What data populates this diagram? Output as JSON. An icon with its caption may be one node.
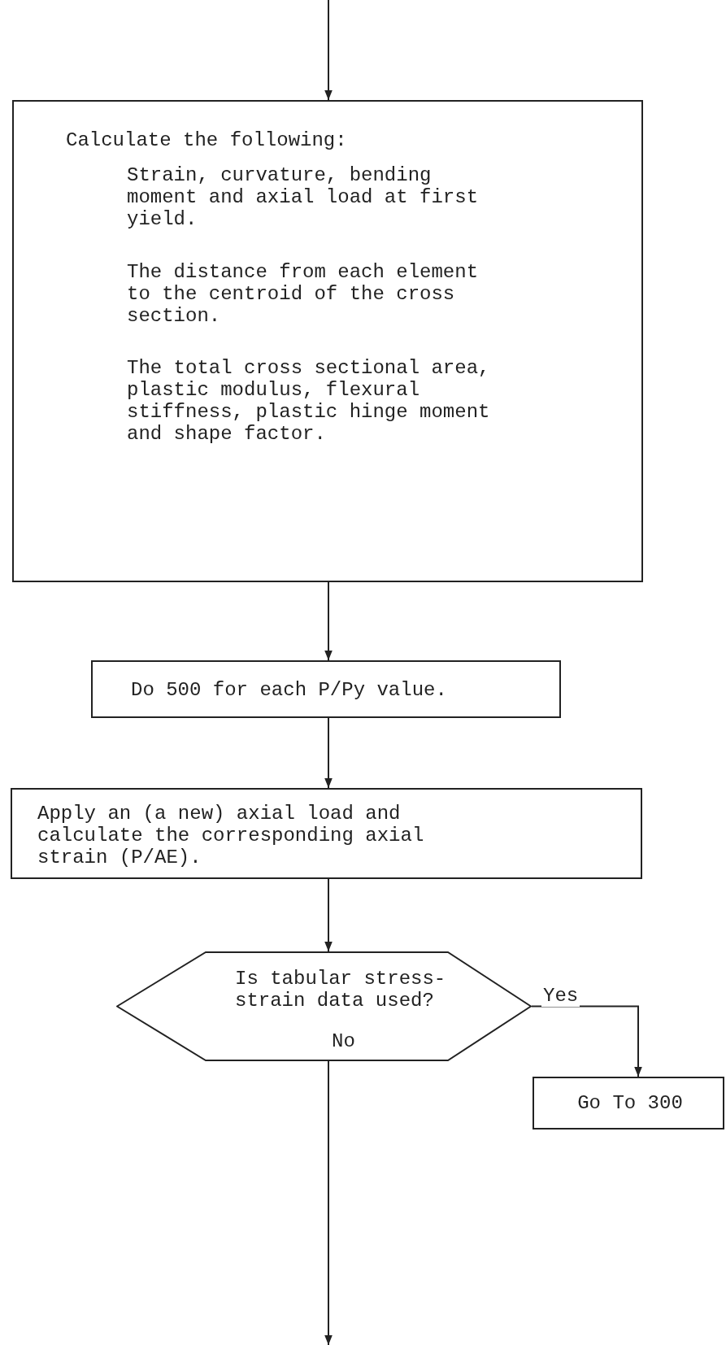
{
  "diagram": {
    "nodes": [
      {
        "text": [
          "Calculate the following:",
          "Strain, curvature, bending moment and axial load at first yield.",
          "The distance from each element to the centroid of the cross section.",
          "The total cross sectional area, plastic modulus, flexural stiffness, plastic hinge moment and shape factor."
        ]
      },
      {
        "text": [
          "Do 500 for each P/Py value."
        ]
      },
      {
        "text": [
          "Apply an (a new) axial load and calculate the corresponding axial strain (P/AE)."
        ]
      },
      {
        "text": [
          "Is tabular stress-strain data used?"
        ]
      },
      {
        "text": [
          "Go To 300"
        ]
      }
    ],
    "edges": [
      {
        "from": null,
        "to": 0,
        "arrow": "to"
      },
      {
        "from": 0,
        "to": 1,
        "arrow": "to"
      },
      {
        "from": 1,
        "to": 2,
        "arrow": "to"
      },
      {
        "from": 2,
        "to": 3,
        "arrow": "to"
      },
      {
        "from": 3,
        "to": 4,
        "arrow": "to",
        "label": "Yes"
      },
      {
        "from": 3,
        "to": null,
        "arrow": "to",
        "label": "No"
      }
    ]
  }
}
